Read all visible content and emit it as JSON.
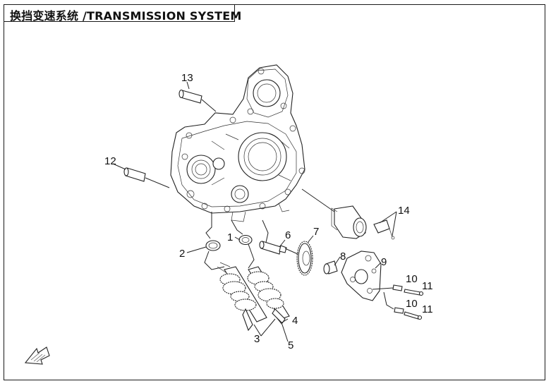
{
  "title": "换挡变速系统 /TRANSMISSION SYSTEM",
  "callouts": [
    "1",
    "2",
    "3",
    "4",
    "5",
    "6",
    "7",
    "8",
    "9",
    "10",
    "10",
    "11",
    "11",
    "12",
    "13",
    "14"
  ],
  "colors": {
    "line": "#222222",
    "background": "#ffffff"
  }
}
